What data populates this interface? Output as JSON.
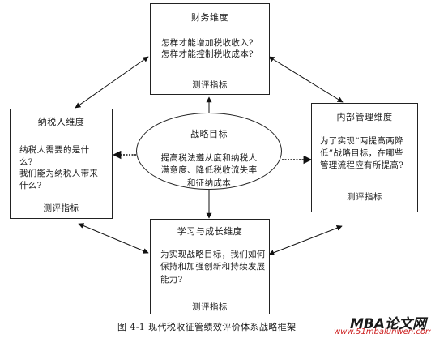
{
  "finance": {
    "title": "财务维度",
    "q1": "怎样才能增加税收收入?",
    "q2": "怎样才能控制税收成本?",
    "metric": "测评指标"
  },
  "taxpayer": {
    "title": "纳税人维度",
    "q1a": "纳税人需要的是什",
    "q1b": "么?",
    "q2a": "我们能为纳税人带来",
    "q2b": "什么?",
    "metric": "测评指标"
  },
  "strategy": {
    "title": "战略目标",
    "line1": "提高税法遵从度和纳税人",
    "line2": "满意度、降低税收流失率",
    "line3": "和征纳成本"
  },
  "internal": {
    "title": "内部管理维度",
    "line1": "为了实现“两提高两降",
    "line2": "低”战略目标，在哪些",
    "line3": "管理流程应有所提高?",
    "metric": "测评指标"
  },
  "learning": {
    "title": "学习与成长维度",
    "line1": "为实现战略目标，我们如何",
    "line2": "保持和加强创新和持续发展",
    "line3": "能力?",
    "metric": "测评指标"
  },
  "caption": "图 4-1  现代税收征管绩效评价体系战略框架",
  "watermark": {
    "logo": "MBA论文网",
    "url": "www.51mbalunwen.com"
  }
}
